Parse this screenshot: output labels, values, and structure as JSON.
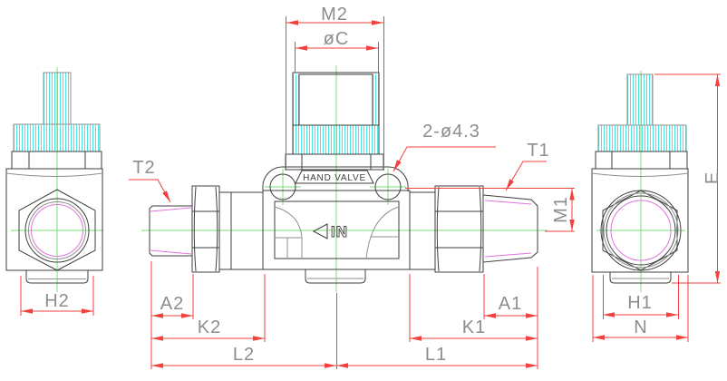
{
  "drawing": {
    "kind": "CAD dimensioned drawing of a pneumatic hand valve",
    "views": [
      "left end view",
      "front view with section details",
      "right end view"
    ]
  },
  "labels": {
    "m2": "M2",
    "dia_c": "øC",
    "mounting_holes": "2-ø4.3",
    "t1": "T1",
    "t2": "T2",
    "m1": "M1",
    "e": "E",
    "h2": "H2",
    "a2": "A2",
    "k2": "K2",
    "l2": "L2",
    "a1": "A1",
    "k1": "K1",
    "l1": "L1",
    "h1": "H1",
    "n": "N"
  },
  "body_text": {
    "banner": "HAND VALVE",
    "flow": "IN"
  },
  "colors": {
    "dimension_red": "#f0413c",
    "centerline_green": "#74e274",
    "knurl_cyan": "#40e4e4",
    "thread_magenta": "#e272df",
    "label_gray": "#8d8d8d",
    "outline_dark": "#3f3f3f"
  }
}
